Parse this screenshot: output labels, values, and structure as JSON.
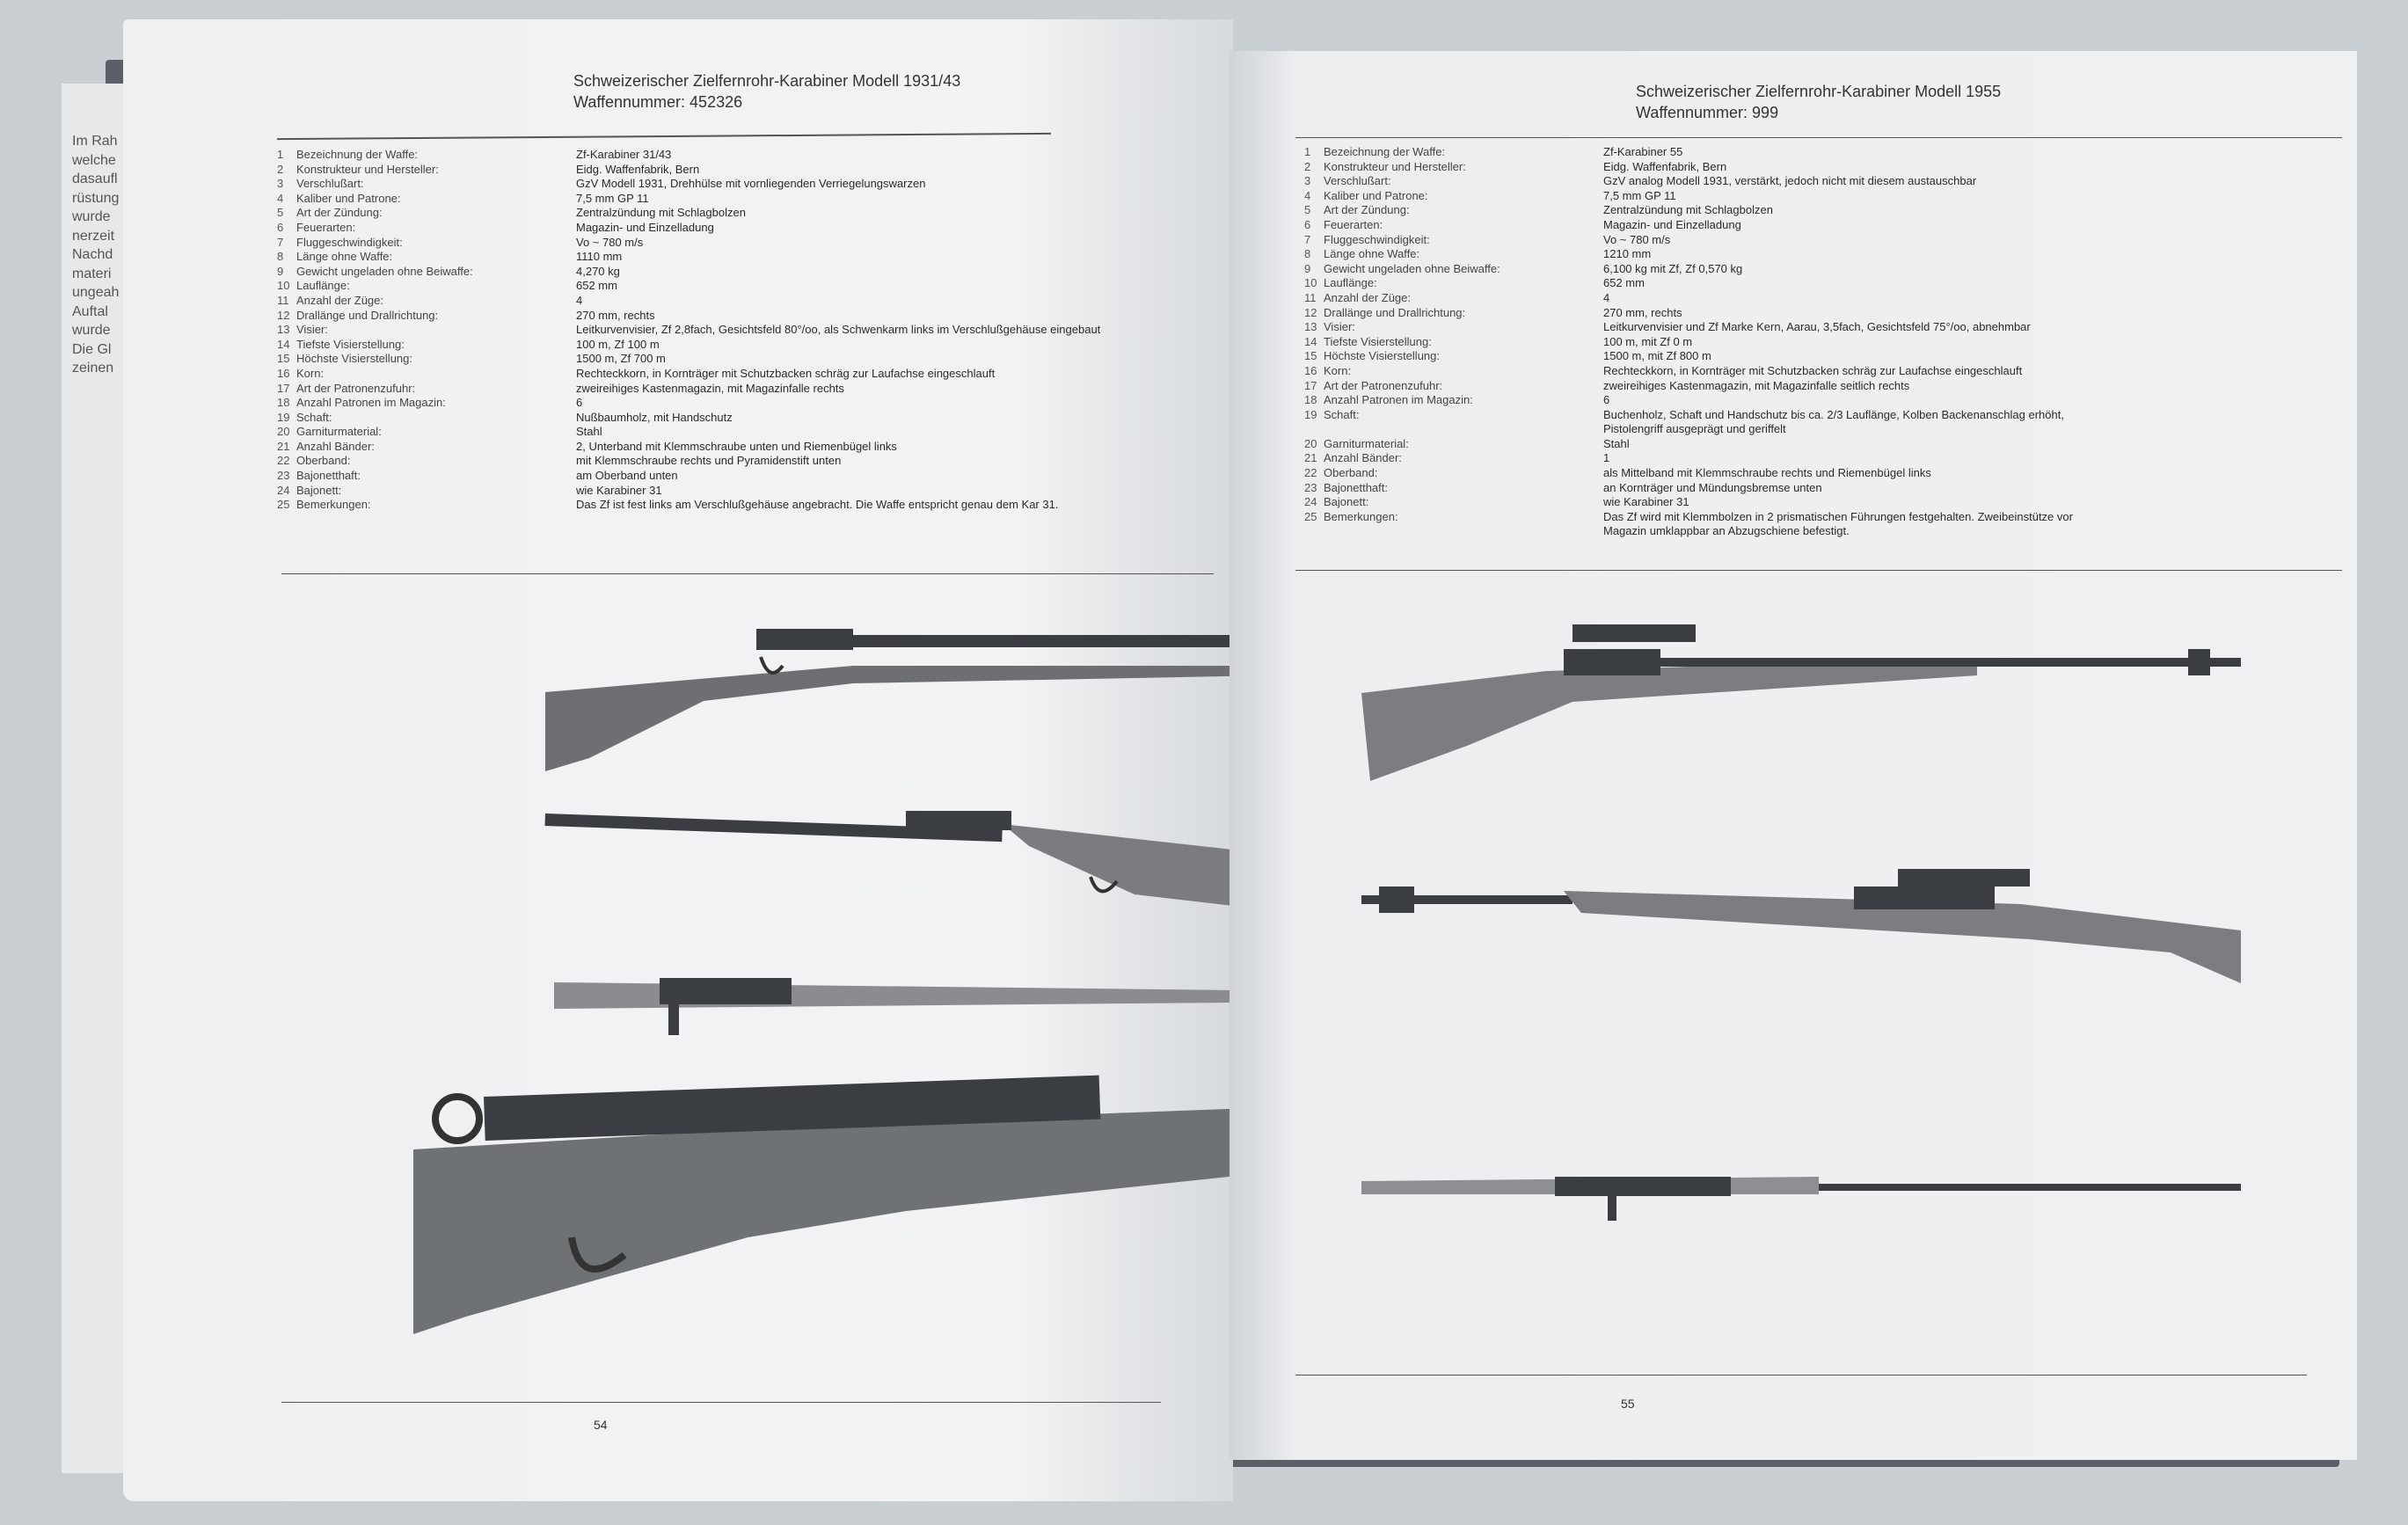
{
  "left_page": {
    "title": "Schweizerischer Zielfernrohr-Karabiner Modell 1931/43",
    "weapon_number": "Waffennummer: 452326",
    "page_number": "54",
    "rows": [
      {
        "n": "1",
        "label": "Bezeichnung der Waffe:",
        "value": "Zf-Karabiner 31/43"
      },
      {
        "n": "2",
        "label": "Konstrukteur und Hersteller:",
        "value": "Eidg. Waffenfabrik, Bern"
      },
      {
        "n": "3",
        "label": "Verschlußart:",
        "value": "GzV Modell 1931, Drehhülse mit vornliegenden Verriegelungswarzen"
      },
      {
        "n": "4",
        "label": "Kaliber und Patrone:",
        "value": "7,5 mm GP 11"
      },
      {
        "n": "5",
        "label": "Art der Zündung:",
        "value": "Zentralzündung mit Schlagbolzen"
      },
      {
        "n": "6",
        "label": "Feuerarten:",
        "value": "Magazin- und Einzelladung"
      },
      {
        "n": "7",
        "label": "Fluggeschwindigkeit:",
        "value": "Vo ~ 780 m/s"
      },
      {
        "n": "8",
        "label": "Länge ohne Waffe:",
        "value": "1110 mm"
      },
      {
        "n": "9",
        "label": "Gewicht ungeladen ohne Beiwaffe:",
        "value": "4,270 kg"
      },
      {
        "n": "10",
        "label": "Lauflänge:",
        "value": "652 mm"
      },
      {
        "n": "11",
        "label": "Anzahl der Züge:",
        "value": "4"
      },
      {
        "n": "12",
        "label": "Drallänge und Drallrichtung:",
        "value": "270 mm, rechts"
      },
      {
        "n": "13",
        "label": "Visier:",
        "value": "Leitkurvenvisier, Zf 2,8fach, Gesichtsfeld 80°/oo, als Schwenkarm links im Verschlußgehäuse eingebaut"
      },
      {
        "n": "14",
        "label": "Tiefste Visierstellung:",
        "value": "100 m, Zf 100 m"
      },
      {
        "n": "15",
        "label": "Höchste Visierstellung:",
        "value": "1500 m, Zf 700 m"
      },
      {
        "n": "16",
        "label": "Korn:",
        "value": "Rechteckkorn, in Kornträger mit Schutzbacken schräg zur Laufachse eingeschlauft"
      },
      {
        "n": "17",
        "label": "Art der Patronenzufuhr:",
        "value": "zweireihiges Kastenmagazin, mit Magazinfalle rechts"
      },
      {
        "n": "18",
        "label": "Anzahl Patronen im Magazin:",
        "value": "6"
      },
      {
        "n": "19",
        "label": "Schaft:",
        "value": "Nußbaumholz, mit Handschutz"
      },
      {
        "n": "20",
        "label": "Garniturmaterial:",
        "value": "Stahl"
      },
      {
        "n": "21",
        "label": "Anzahl Bänder:",
        "value": "2, Unterband mit Klemmschraube unten und Riemenbügel links"
      },
      {
        "n": "22",
        "label": "Oberband:",
        "value": "mit Klemmschraube rechts und Pyramidenstift unten"
      },
      {
        "n": "23",
        "label": "Bajonetthaft:",
        "value": "am Oberband unten"
      },
      {
        "n": "24",
        "label": "Bajonett:",
        "value": "wie Karabiner 31"
      },
      {
        "n": "25",
        "label": "Bemerkungen:",
        "value": "Das Zf ist fest links am Verschlußgehäuse angebracht. Die Waffe entspricht genau dem Kar 31."
      }
    ]
  },
  "right_page": {
    "title": "Schweizerischer Zielfernrohr-Karabiner Modell 1955",
    "weapon_number": "Waffennummer: 999",
    "page_number": "55",
    "rows": [
      {
        "n": "1",
        "label": "Bezeichnung der Waffe:",
        "value": "Zf-Karabiner 55"
      },
      {
        "n": "2",
        "label": "Konstrukteur und Hersteller:",
        "value": "Eidg. Waffenfabrik, Bern"
      },
      {
        "n": "3",
        "label": "Verschlußart:",
        "value": "GzV analog Modell 1931, verstärkt, jedoch nicht mit diesem austauschbar"
      },
      {
        "n": "4",
        "label": "Kaliber und Patrone:",
        "value": "7,5 mm GP 11"
      },
      {
        "n": "5",
        "label": "Art der Zündung:",
        "value": "Zentralzündung mit Schlagbolzen"
      },
      {
        "n": "6",
        "label": "Feuerarten:",
        "value": "Magazin- und Einzelladung"
      },
      {
        "n": "7",
        "label": "Fluggeschwindigkeit:",
        "value": "Vo ~ 780 m/s"
      },
      {
        "n": "8",
        "label": "Länge ohne Waffe:",
        "value": "1210 mm"
      },
      {
        "n": "9",
        "label": "Gewicht ungeladen ohne Beiwaffe:",
        "value": "6,100 kg mit Zf, Zf 0,570 kg"
      },
      {
        "n": "10",
        "label": "Lauflänge:",
        "value": "652 mm"
      },
      {
        "n": "11",
        "label": "Anzahl der Züge:",
        "value": "4"
      },
      {
        "n": "12",
        "label": "Drallänge und Drallrichtung:",
        "value": "270 mm, rechts"
      },
      {
        "n": "13",
        "label": "Visier:",
        "value": "Leitkurvenvisier und Zf Marke Kern, Aarau, 3,5fach, Gesichtsfeld 75°/oo, abnehmbar"
      },
      {
        "n": "14",
        "label": "Tiefste Visierstellung:",
        "value": "100 m, mit Zf 0 m"
      },
      {
        "n": "15",
        "label": "Höchste Visierstellung:",
        "value": "1500 m, mit Zf 800 m"
      },
      {
        "n": "16",
        "label": "Korn:",
        "value": "Rechteckkorn, in Kornträger mit Schutzbacken schräg zur Laufachse eingeschlauft"
      },
      {
        "n": "17",
        "label": "Art der Patronenzufuhr:",
        "value": "zweireihiges Kastenmagazin, mit Magazinfalle seitlich rechts"
      },
      {
        "n": "18",
        "label": "Anzahl Patronen im Magazin:",
        "value": "6"
      },
      {
        "n": "19",
        "label": "Schaft:",
        "value": "Buchenholz, Schaft und Handschutz bis ca. 2/3 Lauflänge, Kolben Backenanschlag erhöht,"
      },
      {
        "n": "",
        "label": "",
        "value": "Pistolengriff ausgeprägt und geriffelt"
      },
      {
        "n": "20",
        "label": "Garniturmaterial:",
        "value": "Stahl"
      },
      {
        "n": "21",
        "label": "Anzahl Bänder:",
        "value": "1"
      },
      {
        "n": "22",
        "label": "Oberband:",
        "value": "als Mittelband mit Klemmschraube rechts und Riemenbügel links"
      },
      {
        "n": "23",
        "label": "Bajonetthaft:",
        "value": "an Kornträger und Mündungsbremse unten"
      },
      {
        "n": "24",
        "label": "Bajonett:",
        "value": "wie Karabiner 31"
      },
      {
        "n": "25",
        "label": "Bemerkungen:",
        "value": "Das Zf wird mit Klemmbolzen in 2 prismatischen Führungen festgehalten. Zweibeinstütze vor"
      },
      {
        "n": "",
        "label": "",
        "value": "Magazin umklappbar an Abzugschiene befestigt."
      }
    ]
  },
  "underlying_page_fragments": [
    "Im Rah",
    "welche",
    "dasaufl",
    "rüstung",
    "wurde",
    "nerzeit",
    "Nachd",
    "materi",
    "ungeah",
    "Auftal",
    "wurde",
    "Die Gl",
    "zeinen"
  ]
}
